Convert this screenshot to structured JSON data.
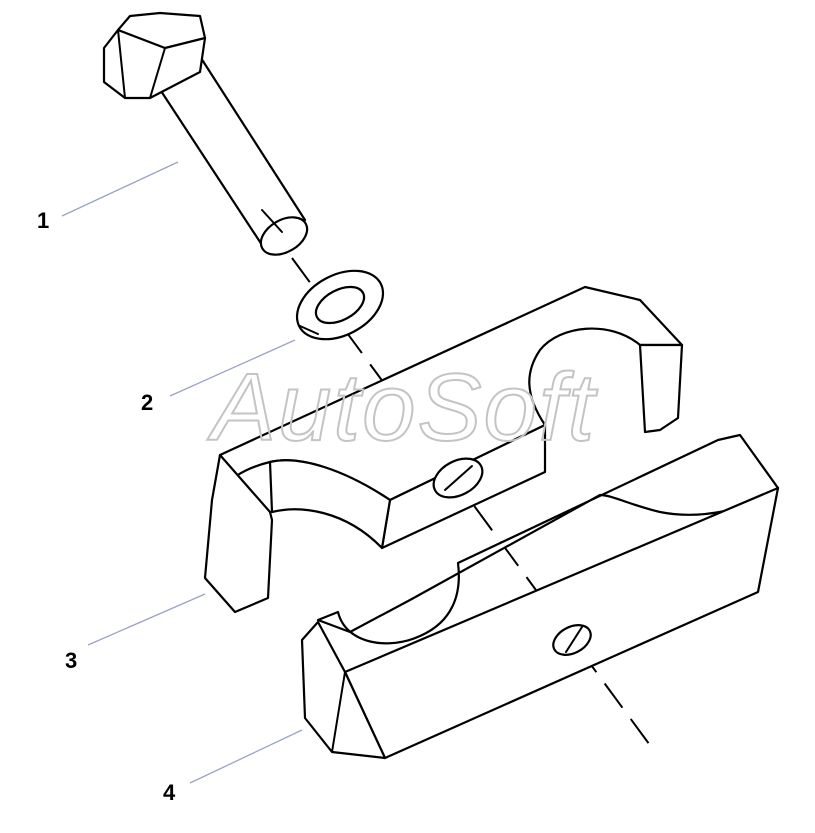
{
  "callouts": [
    {
      "label": "1",
      "part": "bolt"
    },
    {
      "label": "2",
      "part": "spring-washer"
    },
    {
      "label": "3",
      "part": "upper-clamp-half"
    },
    {
      "label": "4",
      "part": "lower-clamp-half"
    }
  ],
  "watermark": "AutoSoft",
  "colors": {
    "line": "#000000",
    "leader": "#9aa3c8",
    "watermark": "#c4c4c4",
    "background": "#ffffff"
  }
}
